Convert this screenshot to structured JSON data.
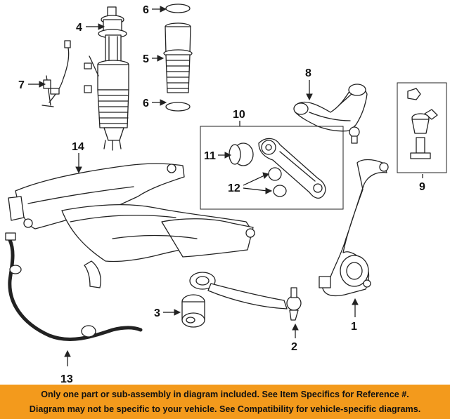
{
  "callouts": {
    "c1": "1",
    "c2": "2",
    "c3": "3",
    "c4": "4",
    "c5": "5",
    "c6a": "6",
    "c6b": "6",
    "c7": "7",
    "c8": "8",
    "c9": "9",
    "c10": "10",
    "c11": "11",
    "c12": "12",
    "c13": "13",
    "c14": "14"
  },
  "banner": {
    "line1": "Only one part or sub-assembly in diagram included. See Item Specifics for Reference #.",
    "line2": "Diagram may not be specific to your vehicle. See Compatibility for vehicle-specific diagrams."
  },
  "colors": {
    "banner_bg": "#f39a1c",
    "line": "#222222",
    "background": "#ffffff"
  }
}
